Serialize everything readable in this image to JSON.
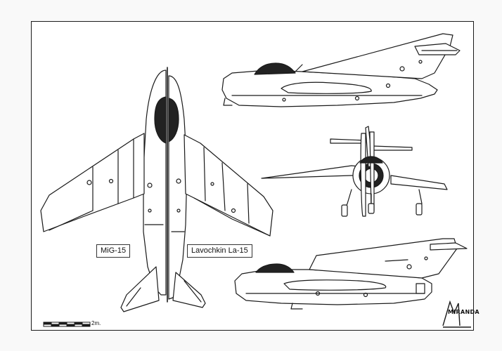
{
  "labels": {
    "aircraft_left": "MiG-15",
    "aircraft_right": "Lavochkin La-15"
  },
  "scale": {
    "label": "2m."
  },
  "logo": {
    "text": "MIRANDA"
  },
  "colors": {
    "line": "#1a1a1a",
    "paper": "#ffffff",
    "background": "#f7f7f7"
  }
}
